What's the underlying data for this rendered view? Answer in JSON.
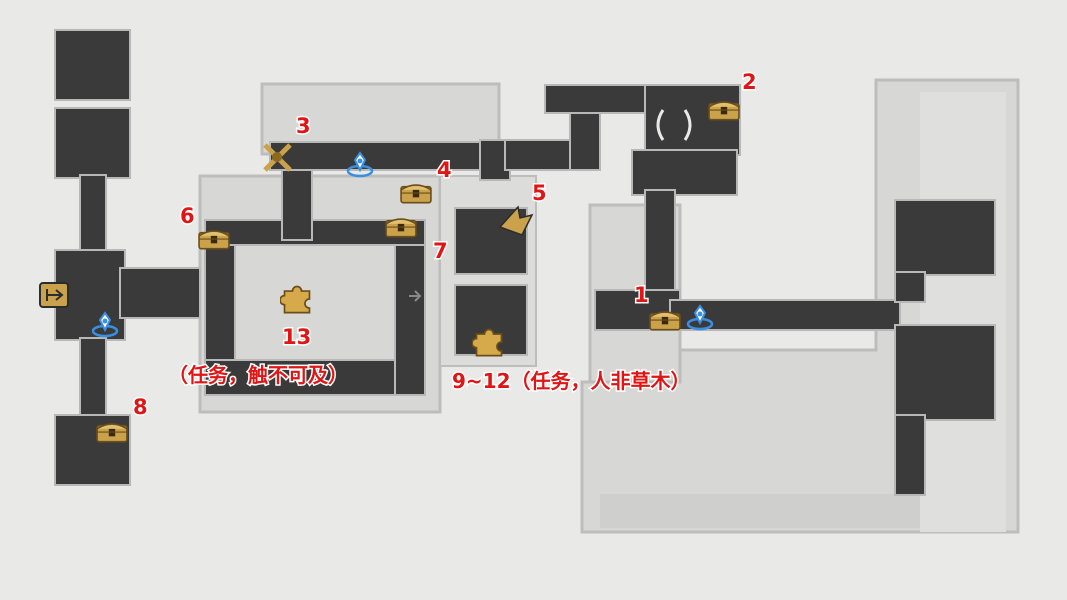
{
  "colors": {
    "background": "#e9e9e7",
    "area_fill": "#d7d7d5",
    "area_stroke": "#bdbdbb",
    "corridor": "#3a3a3a",
    "corridor_edge": "#b8b8b8",
    "label": "#e01515",
    "chest": "#c9a24b",
    "teleport": "#3b8fe0",
    "puzzle": "#d6a94a"
  },
  "markers": {
    "numbers": [
      "1",
      "2",
      "3",
      "4",
      "5",
      "6",
      "7",
      "8",
      "13"
    ],
    "notes": {
      "task_13": "（任务，触不可及）",
      "task_9_12": "9~12（任务，人非草木）"
    }
  },
  "icons": {
    "chest": "treasure-chest-icon",
    "teleport": "space-anchor-icon",
    "puzzle": "puzzle-piece-icon",
    "exit": "exit-door-icon",
    "enemy": "formidable-foe-icon",
    "warp": "warp-trotter-icon",
    "arrow": "arrow-right-icon"
  }
}
